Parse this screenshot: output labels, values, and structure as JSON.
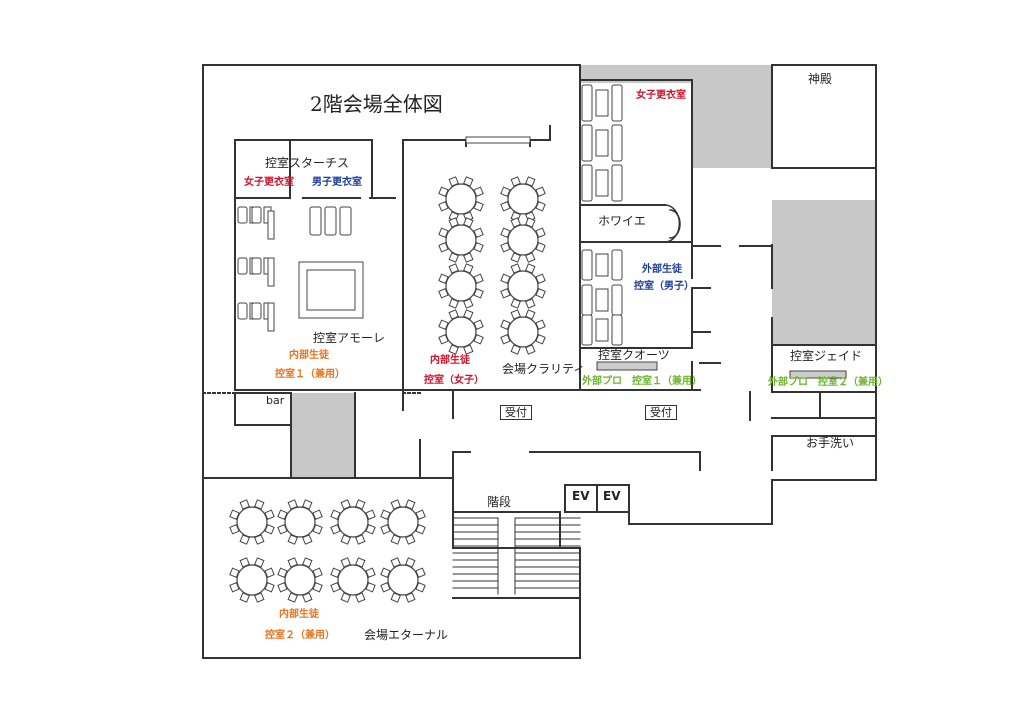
{
  "title": "2階会場全体図",
  "rooms": {
    "shinden": "神殿",
    "hikae_starchis": "控室スターチス",
    "women_dressing_1": "女子更衣室",
    "men_dressing": "男子更衣室",
    "women_dressing_2": "女子更衣室",
    "foyer": "ホワイエ",
    "ext_guest_label": "外部生徒",
    "hikae_male": "控室（男子）",
    "hikae_amore": "控室アモーレ",
    "int_guest_label_1": "内部生徒",
    "hikae_1_shared": "控室１（兼用）",
    "int_guest_label_2": "内部生徒",
    "hikae_female": "控室（女子）",
    "clarity": "会場クラリティ",
    "hikae_quartz": "控室クオーツ",
    "quartz_sub": "外部プロ　控室１（兼用）",
    "hikae_jade": "控室ジェイド",
    "jade_sub": "外部プロ　控室２（兼用）",
    "bar": "bar",
    "reception_1": "受付",
    "reception_2": "受付",
    "restroom": "お手洗い",
    "stairs": "階段",
    "ev_1": "EV",
    "ev_2": "EV",
    "int_guest_label_3": "内部生徒",
    "hikae_2_shared": "控室２（兼用）",
    "eternal": "会場エターナル"
  },
  "colors": {
    "wall": "#333333",
    "shade": "#c8c8c8",
    "red": "#d0122b",
    "blue": "#1c3f96",
    "orange": "#e8731e",
    "green": "#6cb52d"
  }
}
